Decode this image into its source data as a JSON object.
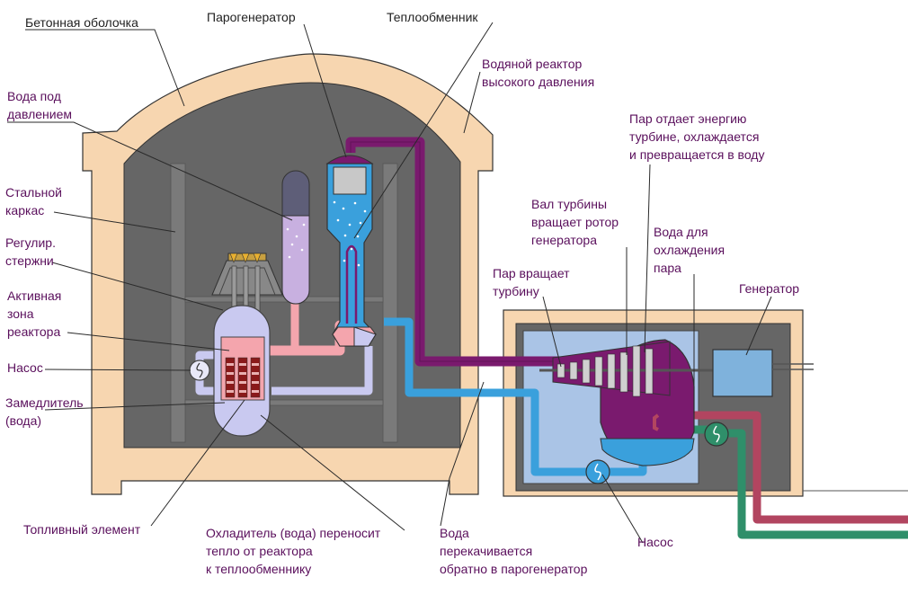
{
  "colors": {
    "concrete": "#f7d6b0",
    "interior": "#666666",
    "steam_pipe": "#7a1a6e",
    "hot_coolant": "#f4a5ad",
    "cold_coolant": "#c9c9f0",
    "water_blue": "#3aa0dc",
    "turbine_hall_water": "#aac4e6",
    "generator": "#7fb2dc",
    "cooling_hot": "#b24560",
    "cooling_cold": "#2f8f6a",
    "label_black": "#222222",
    "label_purple": "#5a0f5c"
  },
  "labels": {
    "concrete_shell": "Бетонная оболочка",
    "water_pressure_1": "Вода под",
    "water_pressure_2": "давлением",
    "steel_frame_1": "Стальной",
    "steel_frame_2": "каркас",
    "control_rods_1": "Регулир.",
    "control_rods_2": "стержни",
    "core_1": "Активная",
    "core_2": "зона",
    "core_3": "реактора",
    "pump_left": "Насос",
    "moderator_1": "Замедлитель",
    "moderator_2": "(вода)",
    "fuel_element": "Топливный элемент",
    "coolant_1": "Охладитель (вода) переносит",
    "coolant_2": "тепло от реактора",
    "coolant_3": "к теплообменнику",
    "water_back_1": "Вода",
    "water_back_2": "перекачивается",
    "water_back_3": "обратно в парогенератор",
    "pump_right": "Насос",
    "steam_generator": "Парогенератор",
    "heat_exchanger": "Теплообменник",
    "pwr_1": "Водяной реактор",
    "pwr_2": "высокого давления",
    "steam_energy_1": "Пар отдает энергию",
    "steam_energy_2": "турбине, охлаждается",
    "steam_energy_3": "и превращается в воду",
    "shaft_1": "Вал турбины",
    "shaft_2": "вращает ротор",
    "shaft_3": "генератора",
    "cooling_water_1": "Вода для",
    "cooling_water_2": "охлаждения",
    "cooling_water_3": "пара",
    "steam_turbine_1": "Пар вращает",
    "steam_turbine_2": "турбину",
    "generator": "Генератор"
  }
}
